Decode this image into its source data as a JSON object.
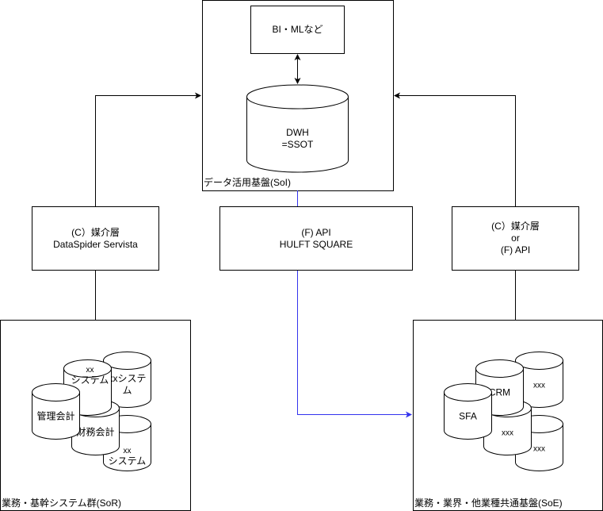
{
  "colors": {
    "connector_blue": "#3333ee",
    "stroke": "#000000",
    "fill": "#ffffff"
  },
  "soi": {
    "container_label": "データ活用基盤(SoI)",
    "bi_label": "BI・MLなど",
    "dwh_lines": [
      "DWH",
      "=SSOT"
    ]
  },
  "middle": {
    "left_lines": [
      "(C）媒介層",
      "DataSpider Servista"
    ],
    "center_lines": [
      "(F) API",
      "HULFT SQUARE"
    ],
    "right_lines": [
      "(C）媒介層",
      "or",
      "(F) API"
    ]
  },
  "sor": {
    "container_label": "業務・基幹システム群(SoR)",
    "cylinders": [
      {
        "lines": [
          "xx",
          "システム"
        ]
      },
      {
        "lines": [
          "xxシステ",
          "ム"
        ]
      },
      {
        "lines": [
          "財務会計"
        ]
      },
      {
        "lines": [
          "xx",
          "システム"
        ]
      },
      {
        "lines": [
          "管理会計"
        ]
      }
    ]
  },
  "soe": {
    "container_label": "業務・業界・他業種共通基盤(SoE)",
    "cylinders": [
      {
        "lines": [
          "xxx"
        ]
      },
      {
        "lines": [
          "xxx"
        ]
      },
      {
        "lines": [
          "xxx"
        ]
      },
      {
        "lines": [
          "CRM"
        ]
      },
      {
        "lines": [
          "SFA"
        ]
      }
    ]
  }
}
